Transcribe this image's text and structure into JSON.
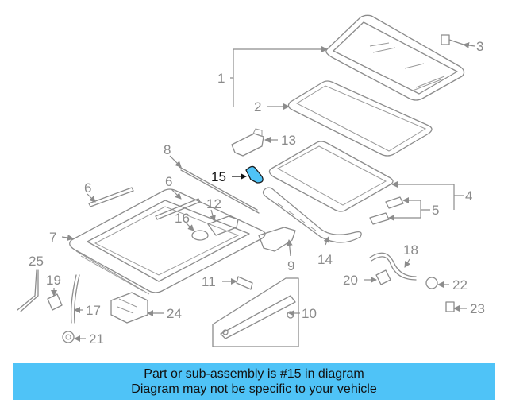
{
  "highlight_color": "#4fc3f7",
  "highlighted_part": "15",
  "callouts": {
    "c1": "1",
    "c2": "2",
    "c3": "3",
    "c4": "4",
    "c5": "5",
    "c6a": "6",
    "c6b": "6",
    "c7": "7",
    "c8": "8",
    "c9": "9",
    "c10": "10",
    "c11": "11",
    "c12": "12",
    "c13": "13",
    "c14": "14",
    "c15": "15",
    "c16": "16",
    "c17": "17",
    "c18": "18",
    "c19": "19",
    "c20": "20",
    "c21": "21",
    "c22": "22",
    "c23": "23",
    "c24": "24",
    "c25": "25"
  },
  "banner": {
    "line1": "Part or sub-assembly is #15 in diagram",
    "line2": "Diagram may not be specific to your vehicle"
  }
}
